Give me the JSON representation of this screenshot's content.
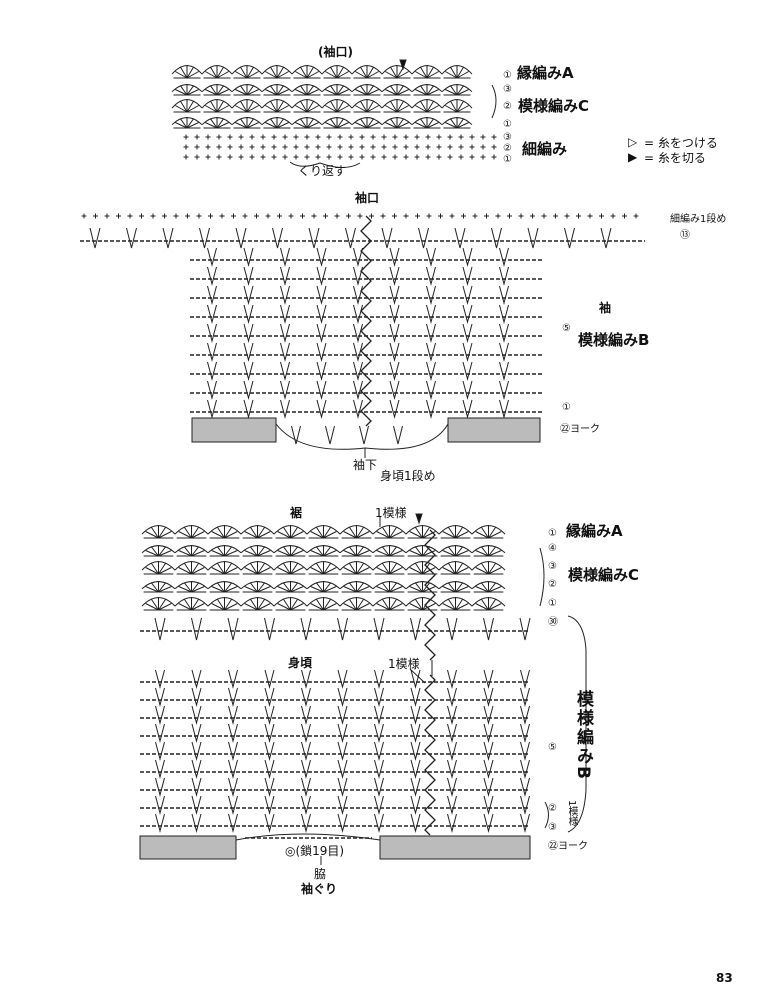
{
  "page_number": "83",
  "legend": {
    "attach_symbol": "▷",
    "attach_text": "= 糸をつける",
    "cut_symbol": "▶",
    "cut_text": "= 糸を切る"
  },
  "cuff_section": {
    "title": "(袖口)",
    "labels": {
      "edging_a": "縁編みA",
      "pattern_c": "模様編みC",
      "single_crochet": "細編み",
      "repeat": "くり返す"
    },
    "row_marks": [
      "①",
      "③",
      "②",
      "①",
      "③",
      "②",
      "①"
    ]
  },
  "sleeve_section": {
    "title": "袖口",
    "right_labels": {
      "sc_row1": "細編み1段め",
      "row_mark_top": "⑬",
      "sleeve": "袖",
      "pattern_b": "模様編みB",
      "row_mark_mid": "⑤",
      "row_mark_low": "①",
      "yoke": "㉒ヨーク"
    },
    "bottom_labels": {
      "underarm": "袖下",
      "body_row1": "身頃1段め"
    }
  },
  "body_section": {
    "hem": "裾",
    "one_repeat_top": "1模様",
    "one_repeat_mid": "1模様",
    "body": "身頃",
    "right_labels": {
      "edging_a": "縁編みA",
      "pattern_c": "模様編みC",
      "pattern_b": "模様編みB",
      "one_repeat": "1模様",
      "yoke": "㉒ヨーク",
      "marks": [
        "①",
        "④",
        "③",
        "②",
        "①",
        "㉚",
        "⑤",
        "②",
        "③"
      ]
    },
    "bottom_labels": {
      "chain": "◎(鎖19目)",
      "armpit": "脇",
      "armhole": "袖ぐり"
    }
  }
}
